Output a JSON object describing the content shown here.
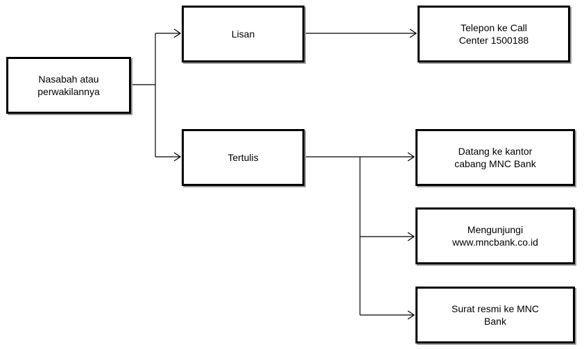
{
  "diagram": {
    "nodes": {
      "nasabah": {
        "label_1": "Nasabah atau",
        "label_2": "perwakilannya"
      },
      "lisan": {
        "label": "Lisan"
      },
      "tertulis": {
        "label": "Tertulis"
      },
      "telepon": {
        "label_1": "Telepon ke Call",
        "label_2": "Center 1500188"
      },
      "datang": {
        "label_1": "Datang ke kantor",
        "label_2": "cabang MNC Bank"
      },
      "kunjung": {
        "label_1": "Mengunjungi",
        "label_2": "www.mncbank.co.id"
      },
      "surat": {
        "label_1": "Surat resmi ke MNC",
        "label_2": "Bank"
      }
    },
    "edges": [
      {
        "from": "nasabah",
        "to": "lisan"
      },
      {
        "from": "nasabah",
        "to": "tertulis"
      },
      {
        "from": "lisan",
        "to": "telepon"
      },
      {
        "from": "tertulis",
        "to": "datang"
      },
      {
        "from": "tertulis",
        "to": "kunjung"
      },
      {
        "from": "tertulis",
        "to": "surat"
      }
    ],
    "colors": {
      "line": "#000000",
      "box_border": "#000000",
      "box_fill": "#ffffff"
    }
  }
}
